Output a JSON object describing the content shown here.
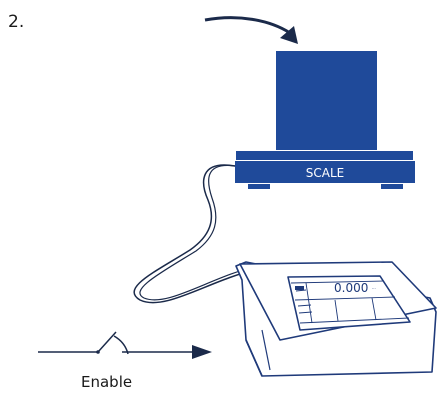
{
  "step_number": "2.",
  "scale": {
    "label": "SCALE",
    "colors": {
      "box": "#1f4a9a",
      "platform": "#1f4a9a",
      "label_text": "#ffffff"
    }
  },
  "terminal": {
    "display_value": "0.000",
    "colors": {
      "outline": "#1f3a7a",
      "screen_fill": "#ffffff"
    }
  },
  "switch": {
    "label": "Enable"
  },
  "colors": {
    "line": "#1b2a4a",
    "arrow": "#1b2a4a"
  }
}
